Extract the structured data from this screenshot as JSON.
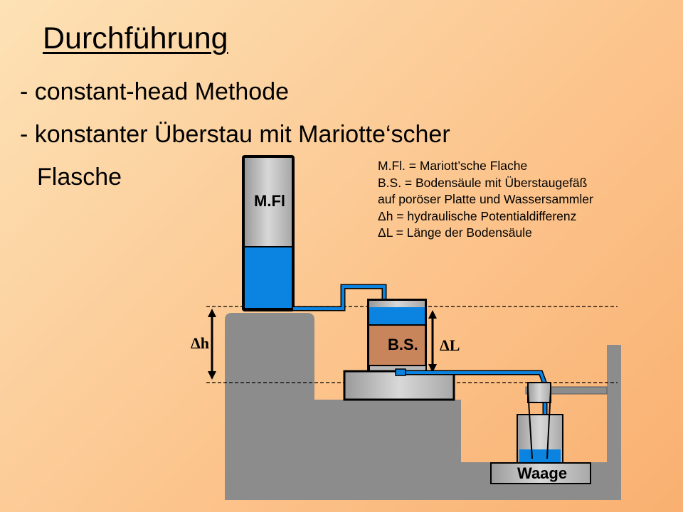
{
  "slide": {
    "title": "Durchführung",
    "bullets": [
      "- constant-head Methode",
      "- konstanter Überstau mit Mariotte‘scher",
      "Flasche"
    ]
  },
  "legend": [
    "M.Fl. = Mariott’sche Flache",
    "B.S. = Bodensäule mit Überstaugefäß",
    "auf poröser Platte und Wassersammler",
    "Δh = hydraulische Potentialdifferenz",
    "ΔL = Länge der Bodensäule"
  ],
  "labels": {
    "mariotte_bottle": "M.Fl",
    "soil_column": "B.S.",
    "delta_h": "Δh",
    "delta_L": "ΔL",
    "scale": "Waage"
  },
  "colors": {
    "water": "#0a84e0",
    "soil": "#c8845a",
    "stand": "#8c8c8c",
    "glass": "#c4c4c4"
  }
}
